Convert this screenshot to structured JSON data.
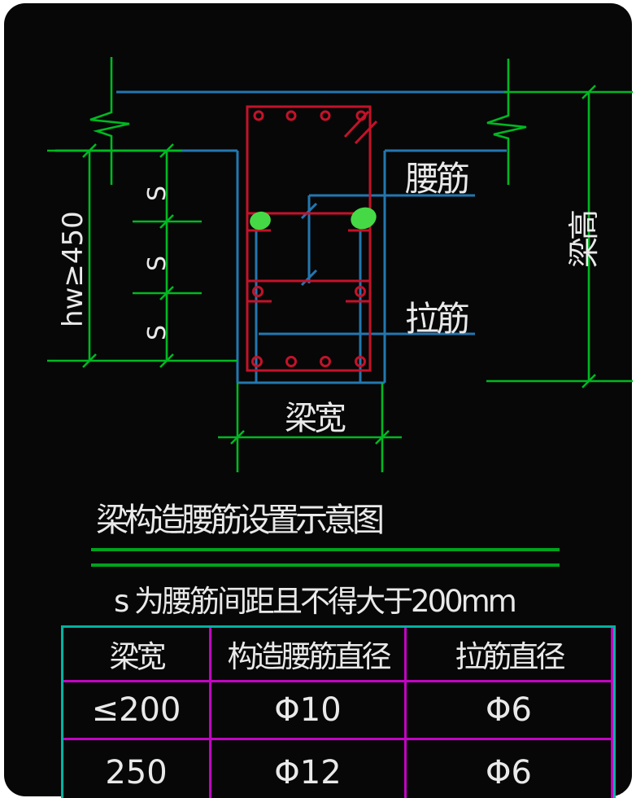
{
  "title": "梁构造腰筋设置示意图",
  "note": "s 为腰筋间距且不得大于200mm",
  "diagram": {
    "labels": {
      "waist_bar": "腰筋",
      "tie_bar": "拉筋",
      "beam_width": "梁宽",
      "beam_height": "梁高",
      "web_height": "hw≥450",
      "spacing": "S"
    },
    "colors": {
      "dimension_green": "#00b822",
      "highlight_green": "#45da45",
      "rebar_red": "#c4122a",
      "stirrup_blue": "#2377b0",
      "text_white": "#e9e9e9",
      "separator_green": "#00a31e"
    }
  },
  "table": {
    "border_color": "#00b2a2",
    "grid_color": "#c303c3",
    "headers": [
      "梁宽",
      "构造腰筋直径",
      "拉筋直径"
    ],
    "rows": [
      [
        "≤200",
        "Φ10",
        "Φ6"
      ],
      [
        "250",
        "Φ12",
        "Φ6"
      ]
    ]
  }
}
